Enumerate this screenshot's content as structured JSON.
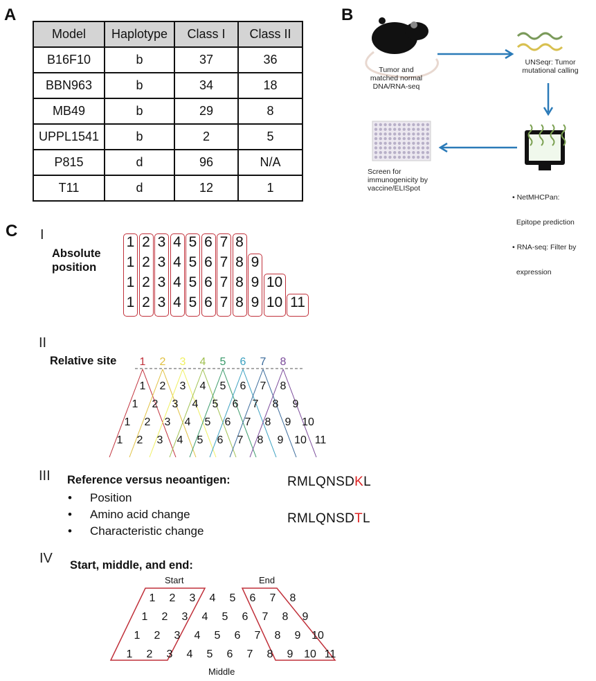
{
  "panels": {
    "a": "A",
    "b": "B",
    "c": "C"
  },
  "table": {
    "headers": [
      "Model",
      "Haplotype",
      "Class I",
      "Class II"
    ],
    "rows": [
      [
        "B16F10",
        "b",
        "37",
        "36"
      ],
      [
        "BBN963",
        "b",
        "34",
        "18"
      ],
      [
        "MB49",
        "b",
        "29",
        "8"
      ],
      [
        "UPPL1541",
        "b",
        "2",
        "5"
      ],
      [
        "P815",
        "d",
        "96",
        "N/A"
      ],
      [
        "T11",
        "d",
        "12",
        "1"
      ]
    ]
  },
  "workflow": {
    "step1": [
      "Tumor and",
      "matched normal",
      "DNA/RNA-seq"
    ],
    "step2": [
      "UNSeqr: Tumor",
      "mutational calling"
    ],
    "step3": [
      "• NetMHCPan:",
      "  Epitope prediction",
      "• RNA-seq: Filter by",
      "  expression"
    ],
    "step4": [
      "Screen for",
      "immunogenicity by",
      "vaccine/ELISpot"
    ],
    "icons": [
      "mouse-icon",
      "dna-icon",
      "computer-icon",
      "elispot-plate-icon"
    ],
    "arrow_color": "#2a7ab8"
  },
  "section_c": {
    "i": {
      "numeral": "I",
      "label_line1": "Absolute",
      "label_line2": "position",
      "rows": [
        8,
        9,
        10,
        11
      ]
    },
    "ii": {
      "numeral": "II",
      "label": "Relative site",
      "sites": [
        "1",
        "2",
        "3",
        "4",
        "5",
        "6",
        "7",
        "8"
      ],
      "site_colors": [
        "#c0303a",
        "#e0c040",
        "#f0f060",
        "#a0c050",
        "#3a9a6a",
        "#3aa0c0",
        "#3a6a9a",
        "#7a4a9a"
      ],
      "rows": [
        8,
        9,
        10,
        11
      ]
    },
    "iii": {
      "numeral": "III",
      "title": "Reference versus neoantigen:",
      "bullets": [
        "Position",
        "Amino acid change",
        "Characteristic change"
      ],
      "reference": {
        "prefix": "RMLQNSD",
        "mut": "K",
        "suffix": "L"
      },
      "neoantigen": {
        "prefix": "RMLQNSD",
        "mut": "T",
        "suffix": "L"
      },
      "mut_color": "#d22"
    },
    "iv": {
      "numeral": "IV",
      "title": "Start, middle, and end:",
      "start_label": "Start",
      "end_label": "End",
      "middle_label": "Middle",
      "rows": [
        8,
        9,
        10,
        11
      ]
    }
  }
}
